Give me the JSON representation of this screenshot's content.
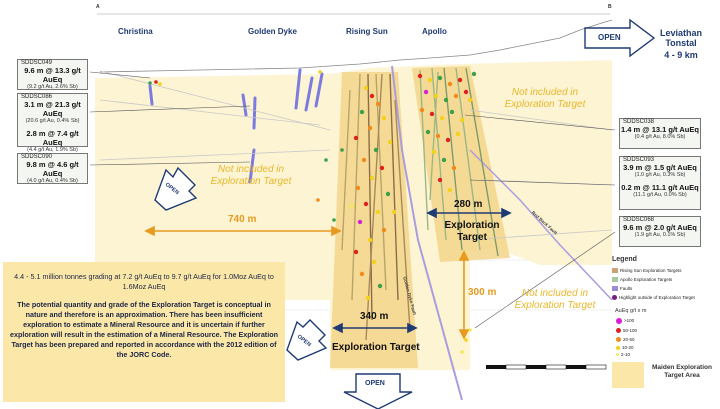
{
  "section_markers": {
    "a": "A",
    "b": "B"
  },
  "localities": {
    "christina": "Christina",
    "golden_dyke": "Golden Dyke",
    "rising_sun": "Rising Sun",
    "apollo": "Apollo"
  },
  "open_label": "OPEN",
  "leviathan": {
    "name": "Leviathan\nTonstal",
    "distance": "4 - 9 km"
  },
  "drillholes": [
    {
      "id": "SDDSC049",
      "intercept": "9.6 m @ 13.3 g/t AuEq",
      "detail": "(9.2 g/t Au, 2.6% Sb)"
    },
    {
      "id": "SDDSC086",
      "intercept": "3.1 m @ 21.3 g/t AuEq",
      "detail": "(20.6 g/t Au, 0.4% Sb)",
      "intercept2": "2.8 m @ 7.4 g/t AuEq",
      "detail2": "(4.4 g/t Au, 1.9% Sb)"
    },
    {
      "id": "SDDSC090",
      "intercept": "9.8 m @ 4.6 g/t AuEq",
      "detail": "(4.0 g/t Au, 0.4% Sb)"
    },
    {
      "id": "SDDSC038",
      "intercept": "1.4 m @ 13.1 g/t AuEq",
      "detail": "(0.4 g/t Au, 8.0% Sb)"
    },
    {
      "id": "SDDSC093",
      "intercept": "3.9 m @ 1.5 g/t AuEq",
      "detail": "(1.0 g/t Au, 0.3% Sb)",
      "intercept2": "0.2 m @ 11.1 g/t AuEq",
      "detail2": "(11.1 g/t Au, 0.0% Sb)"
    },
    {
      "id": "SDDSC068",
      "intercept": "9.6 m @ 2.0 g/t AuEq",
      "detail": "(1.9 g/t Au, 0.1% Sb)"
    }
  ],
  "not_included": "Not included in\nExploration Target",
  "exploration_target_label": "Exploration\nTarget",
  "exploration_target_label_2": "Exploration Target",
  "dimensions": {
    "d740": "740 m",
    "d280": "280 m",
    "d340": "340 m",
    "d300": "300 m"
  },
  "faults": {
    "red_back": "Red Back Fault",
    "golden_dyke": "Golden Dyke Fault"
  },
  "info_text": {
    "p1": "4.4 - 5.1 million tonnes grading at 7.2 g/t AuEq to 9.7 g/t AuEq for 1.0Moz AuEq to 1.6Moz AuEq",
    "p2": "The potential quantity and grade of the Exploration Target is conceptual in nature and therefore is an approximation. There has been insufficient exploration to estimate a Mineral Resource and it is uncertain if further exploration will result in the estimation of a Mineral Resource. The Exploration Target has been prepared and reported in accordance with the 2012 edition of the JORC Code."
  },
  "legend": {
    "title": "Legend",
    "items": [
      {
        "label": "Rising Sun Exploration Targets",
        "color": "#c9a27a"
      },
      {
        "label": "Apollo Exploration Targets",
        "color": "#a9c9a0"
      },
      {
        "label": "Faults",
        "color": "#9a8fd6"
      },
      {
        "label": "Highlight outside of Exploration Target",
        "color": "#7a1a7a"
      }
    ],
    "grade_title": "AuEq g/t x m",
    "grades": [
      {
        "label": ">100",
        "color": "#d61fd6"
      },
      {
        "label": "50-100",
        "color": "#e02020"
      },
      {
        "label": "20-50",
        "color": "#f08a1a"
      },
      {
        "label": "10-20",
        "color": "#f2d21a"
      },
      {
        "label": "2-10",
        "color": "#f2e860"
      }
    ],
    "area_label": "Maiden Exploration\nTarget Area",
    "area_color": "#fbe8a8"
  }
}
